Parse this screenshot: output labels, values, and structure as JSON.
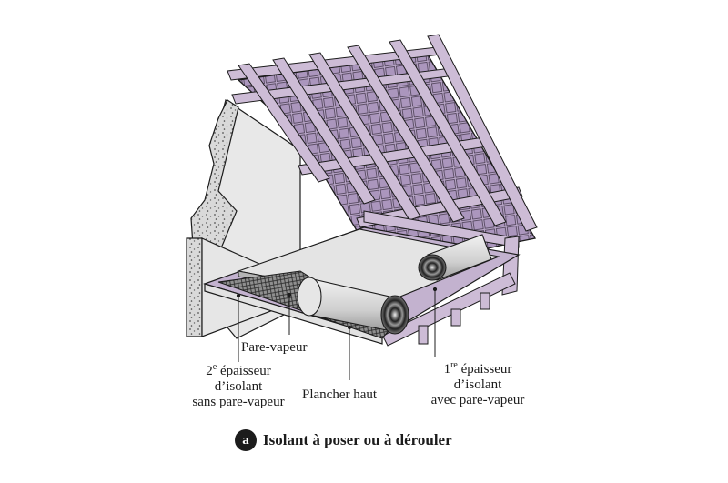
{
  "labels": {
    "pare_vapeur": "Pare-vapeur",
    "second_layer": {
      "number": "2",
      "sup": "e",
      "line1_rest": " épaisseur",
      "line2": "d’isolant",
      "line3": "sans pare-vapeur"
    },
    "plancher_haut": "Plancher haut",
    "first_layer": {
      "number": "1",
      "sup": "re",
      "line1_rest": " épaisseur",
      "line2": "d’isolant",
      "line3": "avec pare-vapeur"
    }
  },
  "caption": {
    "badge": "a",
    "text": "Isolant à poser ou à dérouler"
  },
  "colors": {
    "tiles": "#b9a6c8",
    "timber": "#cdbcd6",
    "insulation_sheet": "#e3e3e3",
    "wall": "#e6e6e6",
    "outline": "#1c1c1c"
  }
}
